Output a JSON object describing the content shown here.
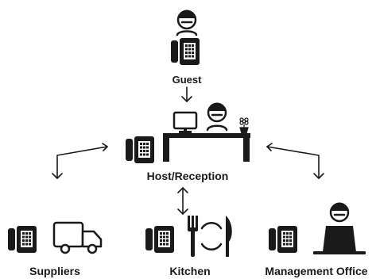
{
  "nodes": {
    "guest": {
      "label": "Guest"
    },
    "host": {
      "label": "Host/Reception"
    },
    "suppliers": {
      "label": "Suppliers"
    },
    "kitchen": {
      "label": "Kitchen"
    },
    "management": {
      "label": "Management Office"
    }
  },
  "colors": {
    "ink": "#1a1a1a",
    "background": "#ffffff"
  }
}
